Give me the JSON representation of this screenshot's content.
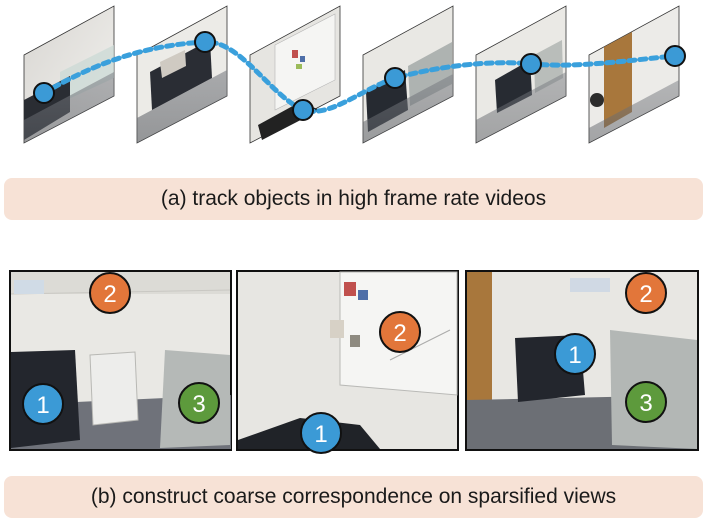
{
  "caption_a": "(a) track objects in high frame rate videos",
  "caption_b": "(b) construct coarse correspondence on sparsified views",
  "tracked_frames": [
    {
      "scene": "wall corner with window and sofa"
    },
    {
      "scene": "dark sofa with cushion"
    },
    {
      "scene": "whiteboard wall with magnets"
    },
    {
      "scene": "sofa beside cabinet"
    },
    {
      "scene": "sofa and cabinet, wider view"
    },
    {
      "scene": "wooden door and chair"
    }
  ],
  "sparse_views": [
    {
      "markers": [
        "2",
        "1",
        "3"
      ]
    },
    {
      "markers": [
        "2",
        "1"
      ]
    },
    {
      "markers": [
        "2",
        "1",
        "3"
      ]
    }
  ],
  "colors": {
    "track_line": "#3aa0dc",
    "marker_blue": "#3b9ad6",
    "marker_orange": "#e2763a",
    "marker_green": "#5d9a3c",
    "caption_bg": "#f7e2d6"
  }
}
